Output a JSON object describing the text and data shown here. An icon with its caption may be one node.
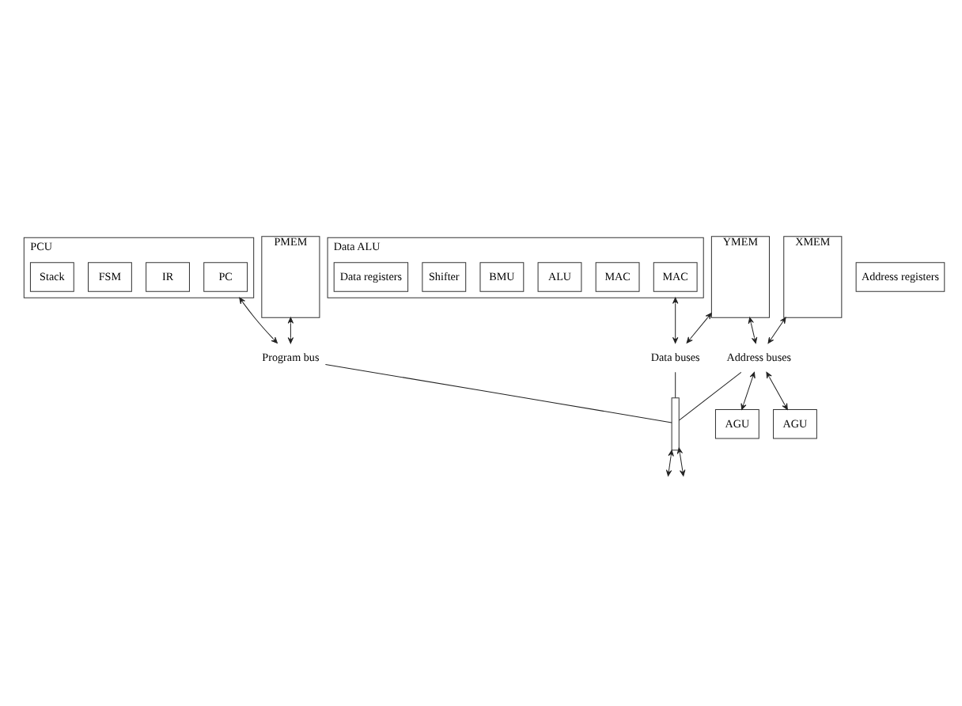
{
  "diagram": {
    "nodes": [
      {
        "text": [
          "PCU"
        ]
      },
      {
        "text": [
          "PC"
        ],
        "in": 0
      },
      {
        "text": [
          "IR"
        ],
        "in": 0
      },
      {
        "text": [
          "FSM"
        ],
        "in": 0
      },
      {
        "text": [
          "Stack"
        ],
        "in": 0
      },
      {
        "text": [
          "PMEM"
        ]
      },
      {
        "text": [
          "YMEM"
        ]
      },
      {
        "text": [
          "XMEM"
        ]
      },
      {
        "text": [
          "Data ALU"
        ]
      },
      {
        "text": [
          "MAC"
        ],
        "in": 8
      },
      {
        "text": [
          "MAC"
        ],
        "in": 8
      },
      {
        "text": [
          "ALU"
        ],
        "in": 8
      },
      {
        "text": [
          "BMU"
        ],
        "in": 8
      },
      {
        "text": [
          "Shifter"
        ],
        "in": 8
      },
      {
        "text": [
          "Data registers"
        ],
        "in": 8
      },
      {
        "text": [
          "Program bus"
        ]
      },
      {
        "text": [
          "Data buses"
        ]
      },
      {
        "text": [
          "Address buses"
        ]
      },
      {
        "text": [],
        "shape": "bar"
      },
      {
        "text": [
          "AGU"
        ]
      },
      {
        "text": [
          "Address registers"
        ]
      },
      {
        "text": [
          "AGU"
        ]
      }
    ],
    "edges": [
      {
        "from": 0,
        "to": 15,
        "arrow": "both"
      },
      {
        "from": 5,
        "to": 15,
        "arrow": "both"
      },
      {
        "from": 6,
        "to": 16,
        "arrow": "both"
      },
      {
        "from": 6,
        "to": 17,
        "arrow": "both"
      },
      {
        "from": 7,
        "to": 17,
        "arrow": "both"
      },
      {
        "from": 8,
        "to": 16,
        "arrow": "both"
      },
      {
        "from": 17,
        "to": 19,
        "arrow": "both"
      },
      {
        "from": 17,
        "to": 21,
        "arrow": "both"
      },
      {
        "from": 15,
        "to": 18,
        "arrow": "none"
      },
      {
        "from": 16,
        "to": 18,
        "arrow": "none"
      },
      {
        "from": 17,
        "to": 18,
        "arrow": "none"
      },
      {
        "from": 18,
        "to": null,
        "arrow": "both"
      },
      {
        "from": 18,
        "to": null,
        "arrow": "both"
      }
    ]
  }
}
